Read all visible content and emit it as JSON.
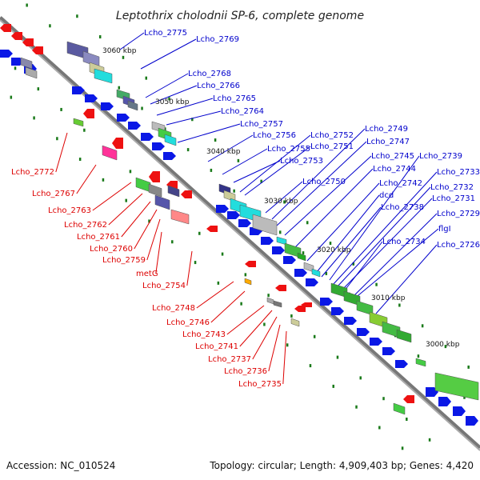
{
  "title": "Leptothrix cholodnii SP-6, complete genome",
  "footer": {
    "accession": "Accession: NC_010524",
    "topology": "Topology: circular; Length: 4,909,403 bp; Genes: 4,420"
  },
  "colors": {
    "forward_label": "#0000cc",
    "reverse_label": "#dd0000",
    "forward_gene": "#0a18e6",
    "reverse_gene": "#ee1111",
    "backbone": "#888888",
    "tick": "#1a7a1a"
  },
  "kbp_ticks": [
    "3060 kbp",
    "3050 kbp",
    "3040 kbp",
    "3030 kbp",
    "3020 kbp",
    "3010 kbp",
    "3000 kbp"
  ],
  "forward_labels": [
    "Lcho_2775",
    "Lcho_2769",
    "Lcho_2768",
    "Lcho_2766",
    "Lcho_2765",
    "Lcho_2764",
    "Lcho_2757",
    "Lcho_2756",
    "Lcho_2755",
    "Lcho_2753",
    "Lcho_2752",
    "Lcho_2751",
    "Lcho_2750",
    "Lcho_2749",
    "Lcho_2747",
    "Lcho_2745",
    "Lcho_2744",
    "Lcho_2742",
    "dcd",
    "Lcho_2738",
    "Lcho_2739",
    "Lcho_2733",
    "Lcho_2732",
    "Lcho_2731",
    "Lcho_2729",
    "Lcho_2734",
    "flgI",
    "Lcho_2726"
  ],
  "reverse_labels": [
    "Lcho_2772",
    "Lcho_2767",
    "Lcho_2763",
    "Lcho_2762",
    "Lcho_2761",
    "Lcho_2760",
    "Lcho_2759",
    "metG",
    "Lcho_2754",
    "Lcho_2748",
    "Lcho_2746",
    "Lcho_2743",
    "Lcho_2741",
    "Lcho_2737",
    "Lcho_2736",
    "Lcho_2735"
  ]
}
